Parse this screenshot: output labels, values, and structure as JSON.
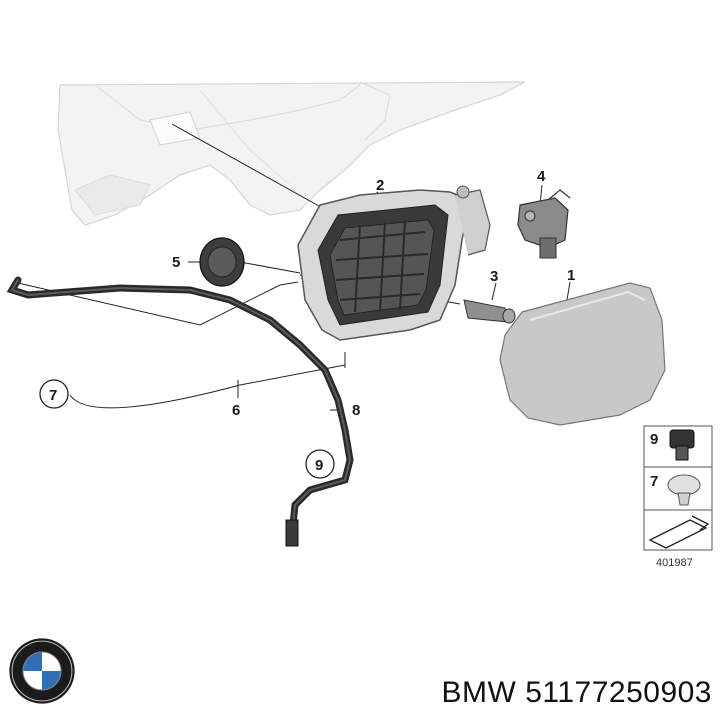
{
  "callouts": {
    "p1": "1",
    "p2": "2",
    "p3": "3",
    "p4": "4",
    "p5": "5",
    "p6": "6",
    "p7": "7",
    "p8": "8",
    "p9": "9"
  },
  "legend": {
    "item_9": "9",
    "item_7": "7",
    "ref_number": "401987"
  },
  "caption": {
    "brand": "BMW",
    "part_number": "51177250903"
  },
  "colors": {
    "line": "#222222",
    "part_fill": "#d4d4d4",
    "body_fill": "#ececec",
    "hose": "#2a2a2a"
  }
}
